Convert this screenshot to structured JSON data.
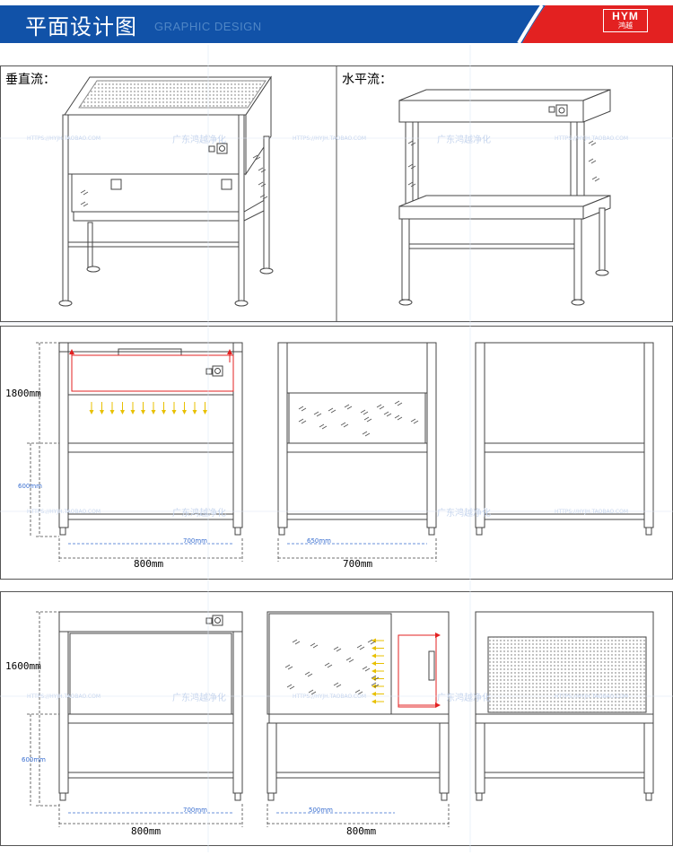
{
  "header": {
    "title": "平面设计图",
    "subtitle": "GRAPHIC DESIGN",
    "logo_main": "HYM",
    "logo_sub": "鸿越",
    "bar_color": "#1152a8",
    "accent_color": "#e32121"
  },
  "panels": {
    "vertical_label": "垂直流：",
    "horizontal_label": "水平流："
  },
  "dimensions": {
    "height_vertical": "1800mm",
    "height_horizontal": "1600mm",
    "table_height": "600mm",
    "width_800": "800mm",
    "width_700": "700mm",
    "inner_700": "700mm",
    "inner_650": "650mm",
    "inner_500": "500mm"
  },
  "watermarks": {
    "brand": "广东鸿越净化",
    "url": "HTTPS://HYJH.TAOBAO.COM"
  }
}
